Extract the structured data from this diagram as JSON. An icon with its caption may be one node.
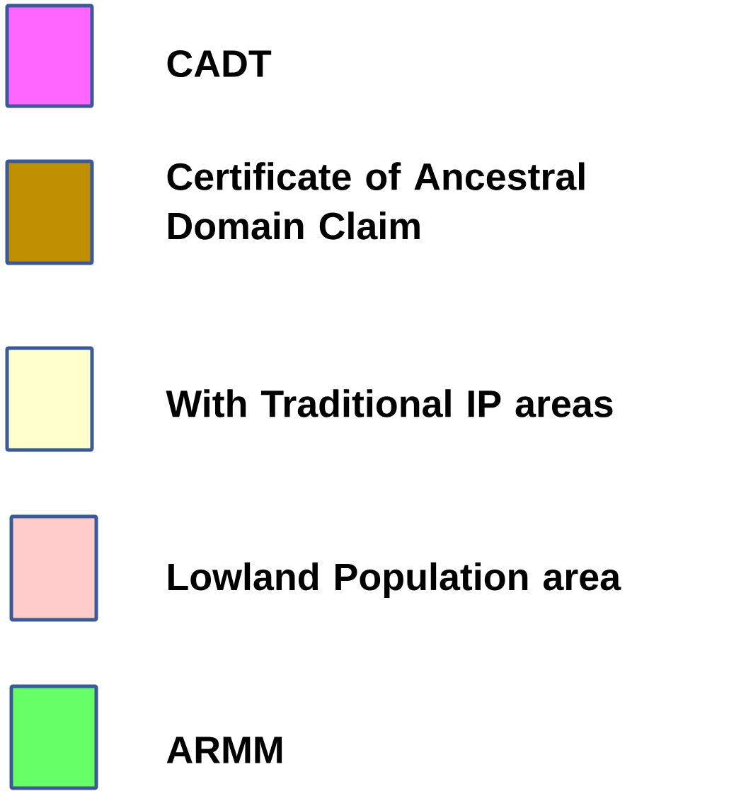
{
  "diagram": {
    "legend": [
      {
        "text": "CADT",
        "color": "#ff66ff"
      },
      {
        "text": "Certificate of Ancestral Domain Claim",
        "color": "#bf8f00"
      },
      {
        "text": "With Traditional IP areas",
        "color": "#ffffcc"
      },
      {
        "text": "Lowland Population area",
        "color": "#ffcccc"
      },
      {
        "text": "ARMM",
        "color": "#66ff66"
      }
    ]
  }
}
